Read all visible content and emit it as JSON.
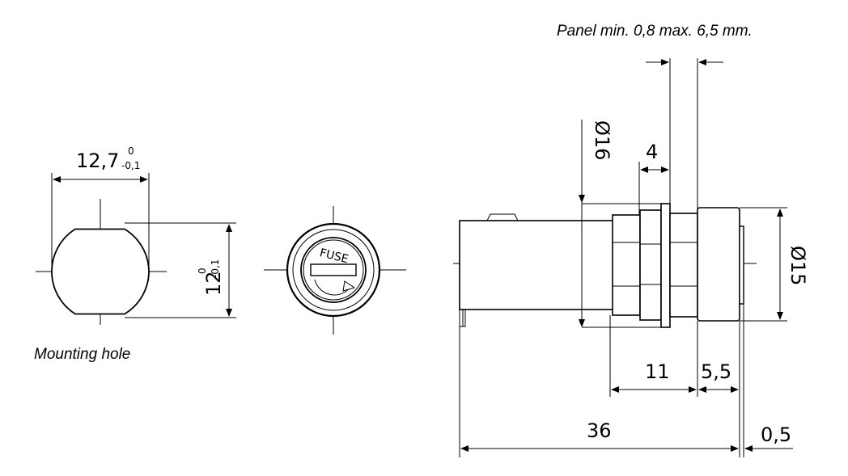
{
  "note": {
    "panel": "Panel min. 0,8 max. 6,5 mm."
  },
  "mounting_hole": {
    "caption": "Mounting hole",
    "width_label": "12,7",
    "width_tol_upper": "0",
    "width_tol_lower": "-0,1",
    "height_label": "12",
    "height_tol_upper": "0",
    "height_tol_lower": "-0,1"
  },
  "front_view": {
    "cap_text": "FUSE"
  },
  "side_view": {
    "dia_16": "Ø16",
    "dia_15": "Ø15",
    "dim_4": "4",
    "dim_11": "11",
    "dim_5_5": "5,5",
    "dim_36": "36",
    "dim_0_5": "0,5"
  }
}
